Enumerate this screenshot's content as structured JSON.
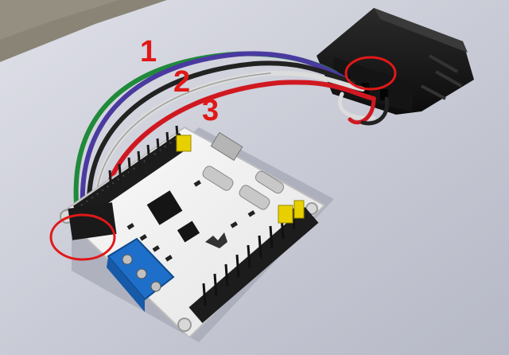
{
  "annotations": {
    "label_1": "1",
    "label_2": "2",
    "label_3": "3"
  },
  "colors": {
    "annotation_red": "#e01818",
    "board_white": "#f4f4f4",
    "connector_black": "#1a1a1a",
    "terminal_blue": "#1e6fc9",
    "wire_purple": "#4a3aa0",
    "wire_white": "#dcdcdc",
    "wire_red": "#d01820",
    "wire_green": "#1f8a3a",
    "wire_black": "#222222"
  },
  "icons": [
    "servo-controller-board",
    "battery-connector",
    "terminal-block",
    "usb-port",
    "crystal-oscillator",
    "microcontroller-chip"
  ]
}
